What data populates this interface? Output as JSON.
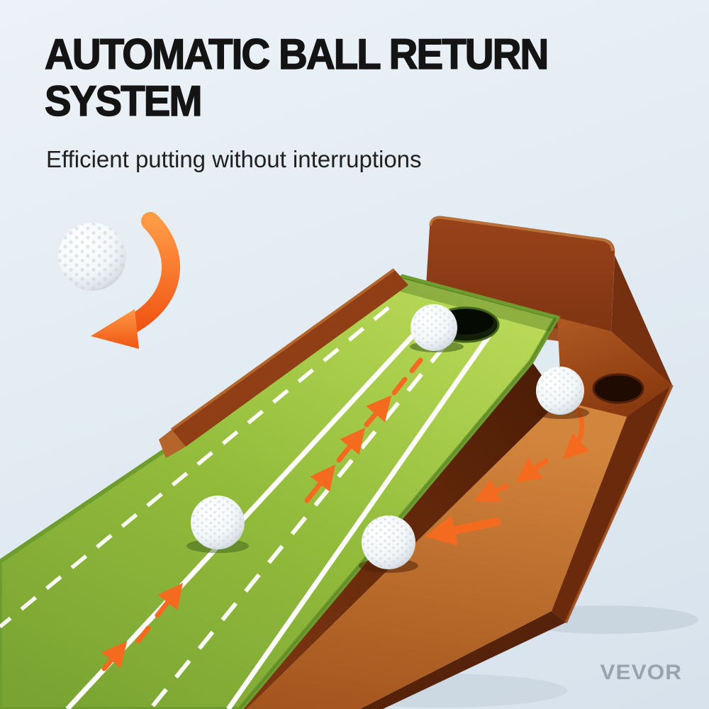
{
  "page": {
    "background_top": "#ecf2f7",
    "background_bottom": "#d7e2ec"
  },
  "header": {
    "headline_line1": "AUTOMATIC BALL RETURN",
    "headline_line2": "SYSTEM",
    "subtitle": "Efficient putting without interruptions"
  },
  "brand": {
    "name": "VEVOR"
  },
  "colors": {
    "headline_text": "#141414",
    "subtitle_text": "#202020",
    "accent_orange": "#f46a1e",
    "accent_orange_light": "#ff9a45",
    "wood_dark": "#7c3210",
    "wood_mid": "#a04b1a",
    "wood_light": "#cc7d35",
    "mat_green_light": "#b9d957",
    "mat_green": "#93bc3c",
    "mat_green_dark": "#6f9c2e",
    "line_white": "#ffffff",
    "brand_gray": "#98a4ad"
  },
  "illustration": {
    "alt": "Wooden putting green with green mat, cup hole, golf balls and orange arrows showing the automatic ball return path"
  }
}
